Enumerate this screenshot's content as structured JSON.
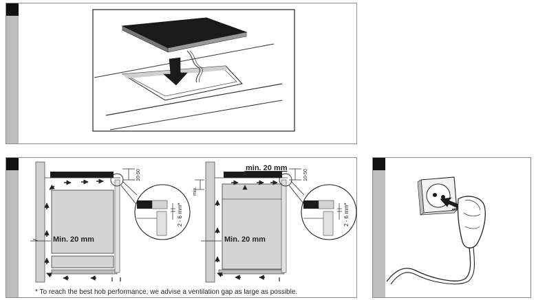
{
  "panel_top": {
    "description_hidden": ""
  },
  "panel_middle": {
    "label_min20_left": "Min. 20 mm",
    "label_min20_right": "Min. 20 mm",
    "label_min20_top": "min. 20 mm",
    "label_1050_left": "10-50",
    "label_1050_right": "10-50",
    "label_26_left": "2 - 6 mm*",
    "label_26_right": "2 - 6 mm*",
    "label_min_right": "min.",
    "footnote": "* To reach the best hob performance, we advise a ventilation gap as large as possible."
  },
  "panel_plug": {}
}
